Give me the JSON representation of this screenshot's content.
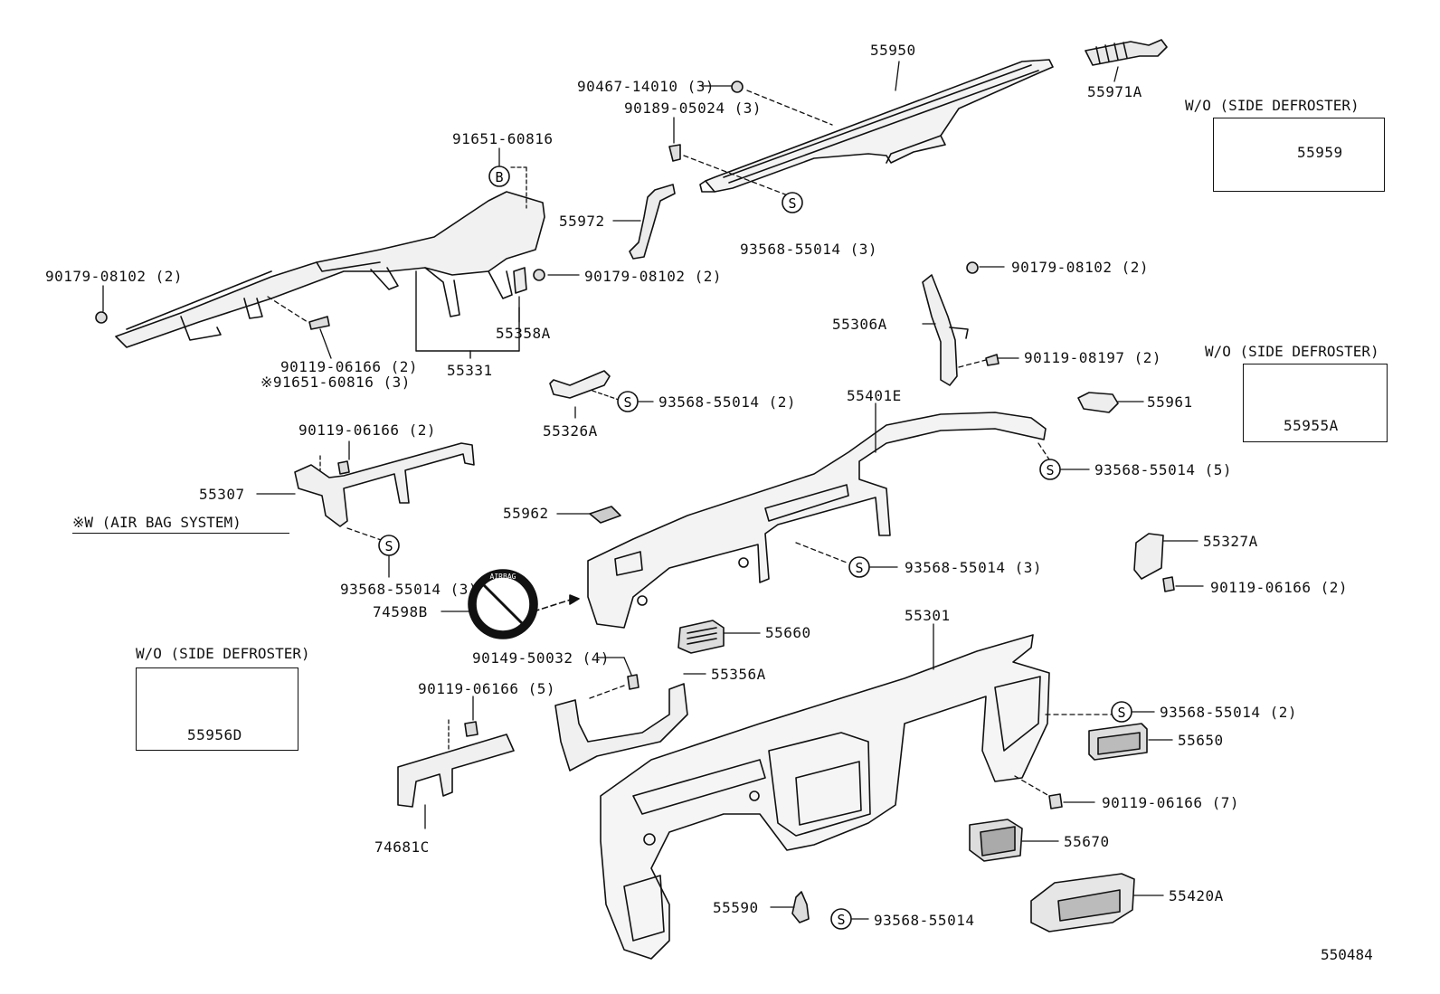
{
  "diagram_ref": "550484",
  "airbag_note": "※W (AIR BAG SYSTEM)",
  "boxes": {
    "box_55959": {
      "title": "W/O (SIDE DEFROSTER)",
      "part": "55959"
    },
    "box_55955A": {
      "title": "W/O (SIDE DEFROSTER)",
      "part": "55955A"
    },
    "box_55956D": {
      "title": "W/O (SIDE DEFROSTER)",
      "part": "55956D"
    }
  },
  "labels": {
    "p55950": "55950",
    "p55971A": "55971A",
    "p90467": "90467-14010 (3)",
    "p90189": "90189-05024 (3)",
    "p91651top": "91651-60816",
    "p55972": "55972",
    "p93568_3a": "93568-55014 (3)",
    "p90179left": "90179-08102 (2)",
    "p90179mid": "90179-08102 (2)",
    "p55358A": "55358A",
    "p90119_06166_2a": "90119-06166 (2)",
    "p91651_3": "※91651-60816 (3)",
    "p55331": "55331",
    "p90179right": "90179-08102 (2)",
    "p55306A": "55306A",
    "p90119_08197": "90119-08197 (2)",
    "p55326A": "55326A",
    "p93568_2a": "93568-55014 (2)",
    "p55401E": "55401E",
    "p55961": "55961",
    "p93568_5": "93568-55014 (5)",
    "p90119_06166_2b": "90119-06166 (2)",
    "p55307": "55307",
    "p55962": "55962",
    "p93568_3b": "93568-55014 (3)",
    "p93568_3c": "93568-55014 (3)",
    "p55327A": "55327A",
    "p90119_06166_2c": "90119-06166 (2)",
    "p74598B": "74598B",
    "p55660": "55660",
    "p55301": "55301",
    "p90149": "90149-50032 (4)",
    "p55356A": "55356A",
    "p90119_06166_5": "90119-06166 (5)",
    "p93568_2b": "93568-55014 (2)",
    "p55650": "55650",
    "p90119_06166_7": "90119-06166 (7)",
    "p74681C": "74681C",
    "p55670": "55670",
    "p55590": "55590",
    "p93568_single": "93568-55014",
    "p55420A": "55420A"
  },
  "badge_letters": {
    "s": "S",
    "b": "B"
  },
  "airbag_emblem_text": "AIRBAG"
}
